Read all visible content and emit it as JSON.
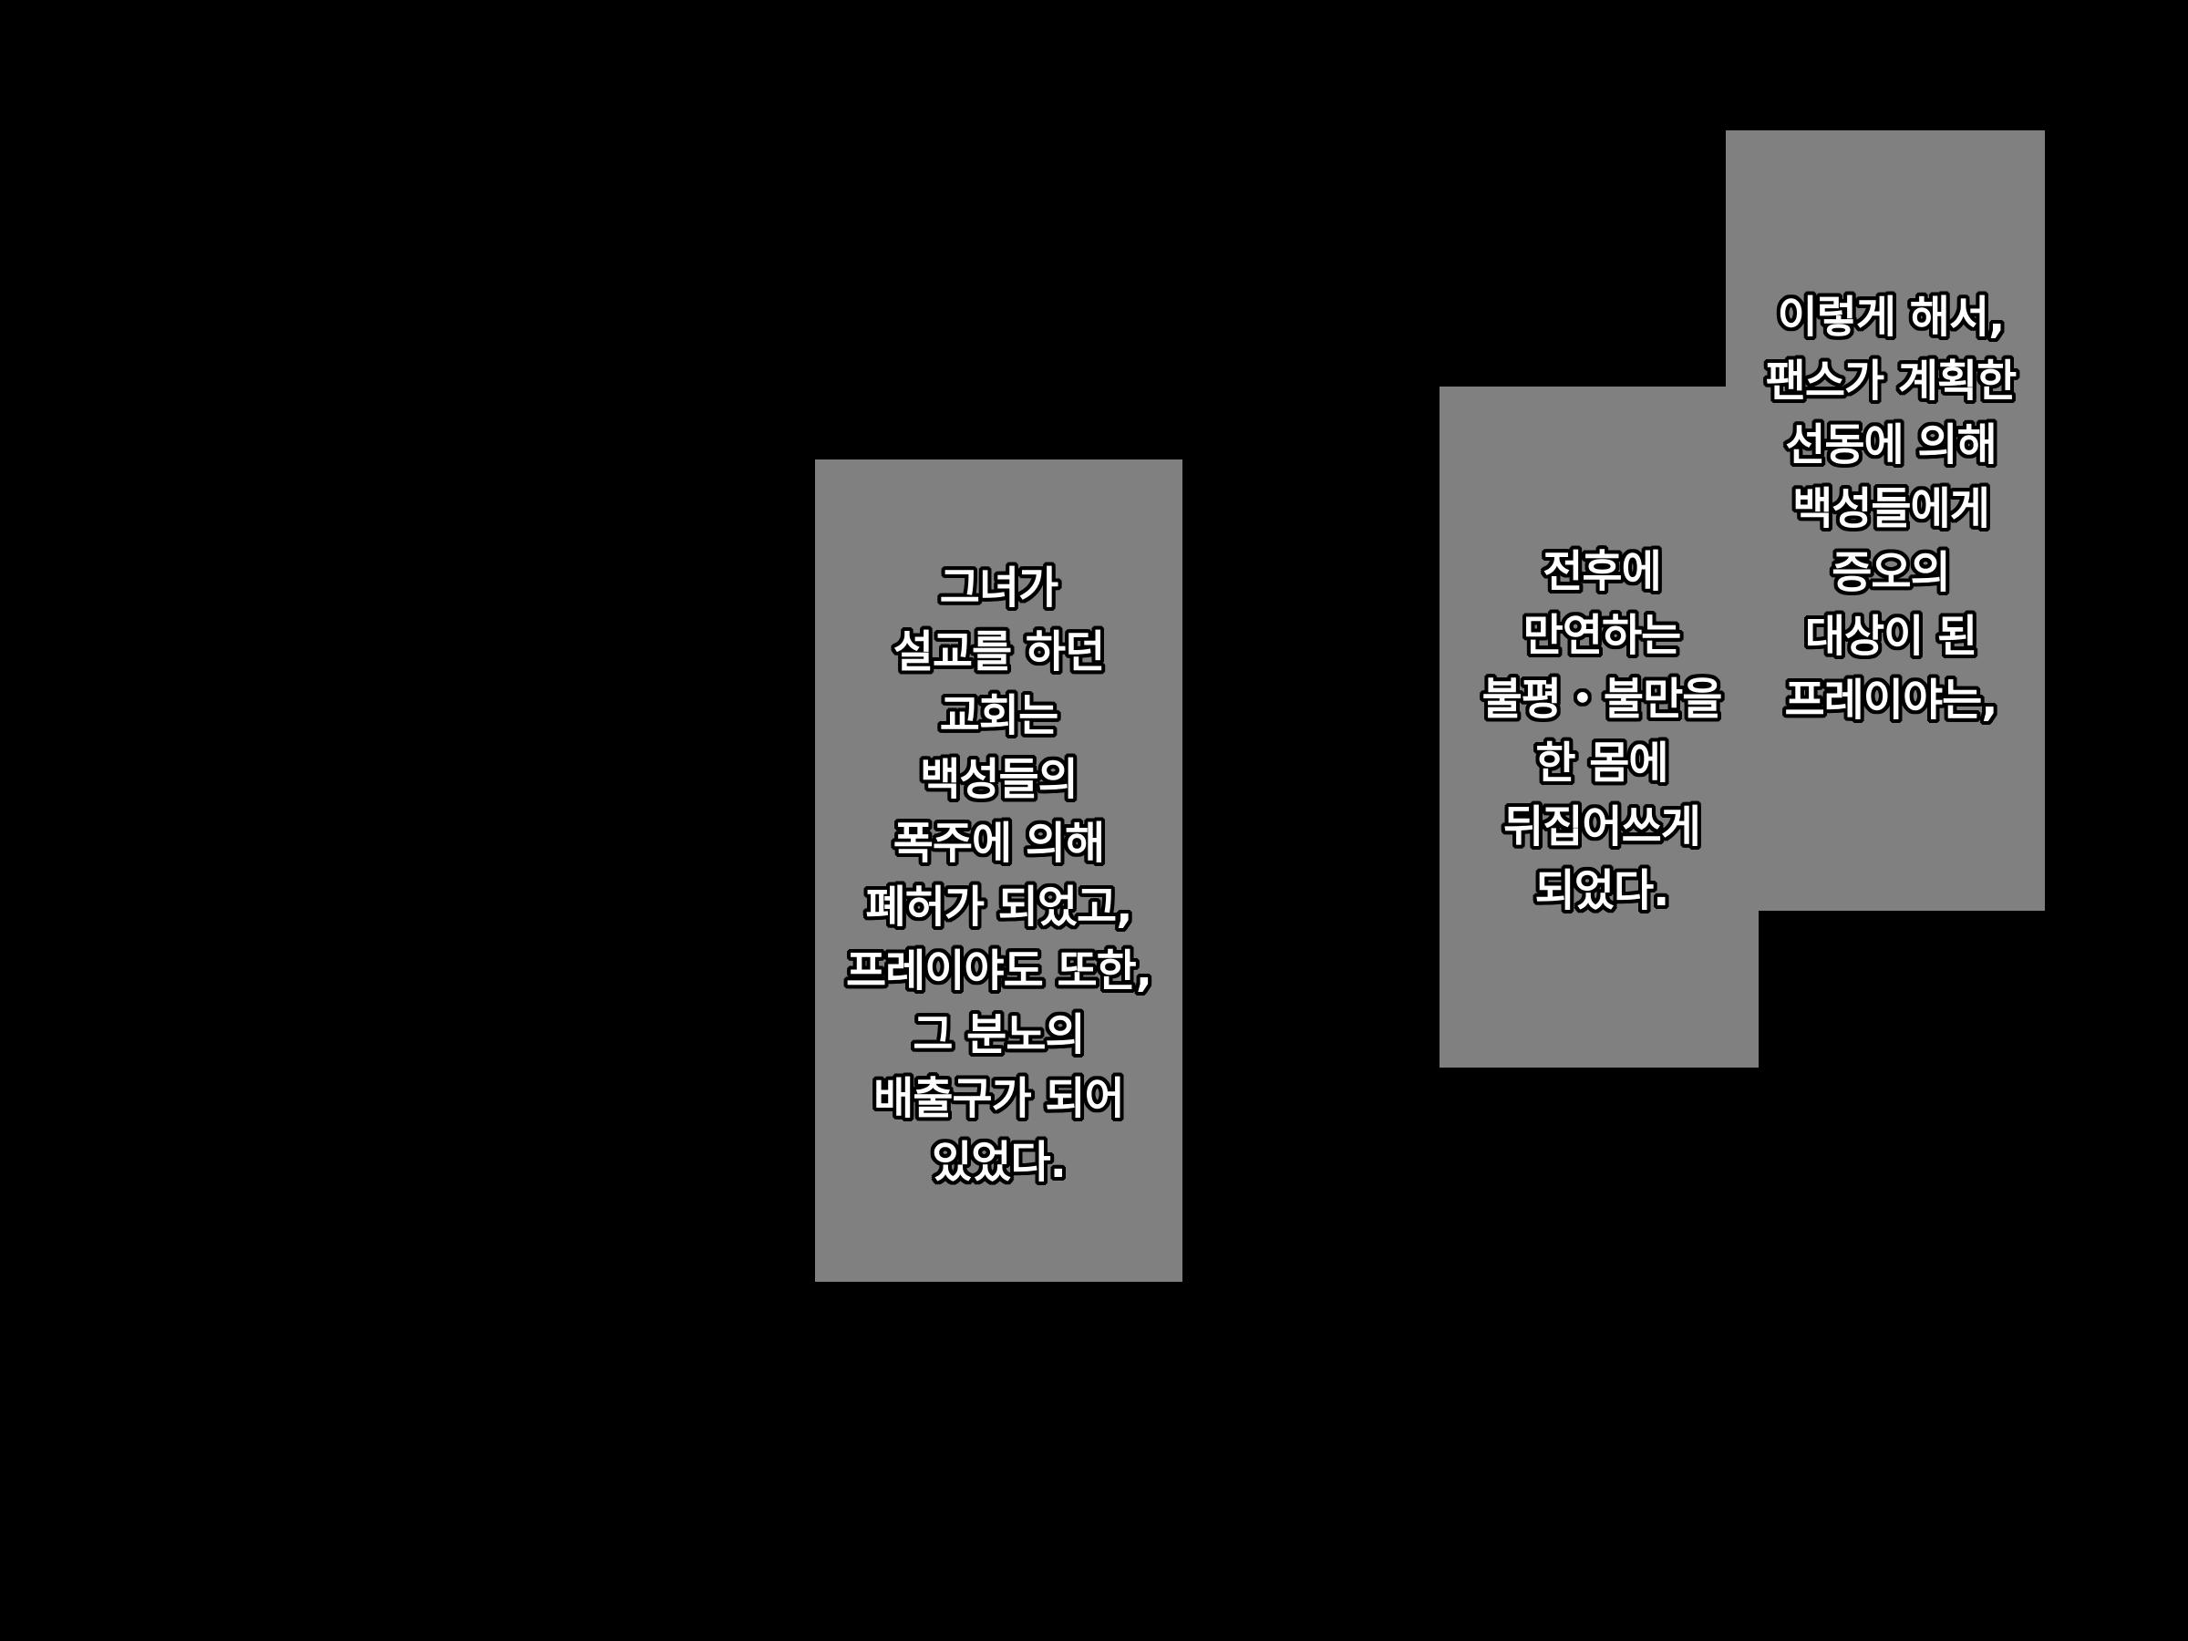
{
  "captions": [
    {
      "lines": [
        "그녀가",
        "설교를 하던",
        "교회는",
        "백성들의",
        "폭주에 의해",
        "폐허가 되었고,",
        "프레이야도 또한,",
        "그 분노의",
        "배출구가 되어",
        "있었다."
      ]
    },
    {
      "lines": [
        "전후에",
        "만연하는",
        "불평・불만을",
        "한 몸에",
        "뒤집어쓰게",
        "되었다."
      ]
    },
    {
      "lines": [
        "이렇게 해서,",
        "팬스가 계획한",
        "선동에 의해",
        "백성들에게",
        "증오의",
        "대상이 된",
        "프레이야는,"
      ]
    }
  ],
  "colors": {
    "background": "#000000",
    "caption_box": "#808080",
    "text": "#ffffff",
    "text_outline": "#000000"
  }
}
